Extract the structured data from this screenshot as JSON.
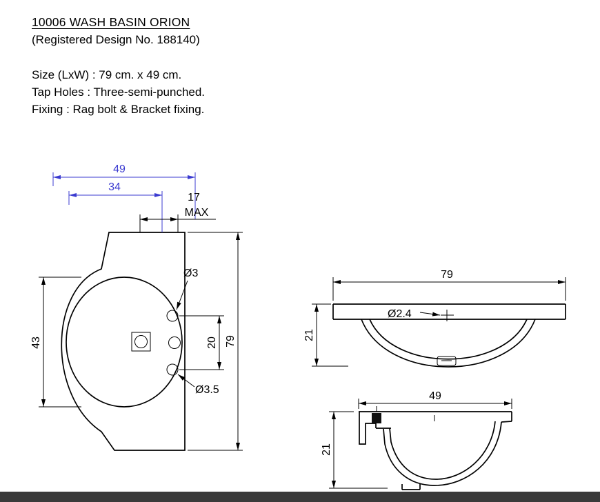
{
  "header": {
    "title": "10006 WASH BASIN ORION",
    "subtitle": "(Registered Design No. 188140)",
    "spec_size": "Size (LxW) : 79 cm. x 49 cm.",
    "spec_tap_holes": "Tap Holes : Three-semi-punched.",
    "spec_fixing": "Fixing : Rag bolt & Bracket fixing."
  },
  "plan_view": {
    "dim_overall_width": "49",
    "dim_bowl_offset": "34",
    "dim_rim_offset": "17",
    "dim_rim_offset_note": "MAX",
    "dim_bowl_diameter": "43",
    "dim_hole_spacing": "20",
    "dim_overall_length": "79",
    "label_tap_hole_dia": "Ø3",
    "label_bottom_hole_dia": "Ø3.5"
  },
  "front_view": {
    "dim_overall_width": "79",
    "dim_height": "21",
    "label_hole_dia": "Ø2.4"
  },
  "side_view": {
    "dim_overall_depth": "49",
    "dim_height": "21"
  },
  "colors": {
    "dimension_blue": "#3b3bd0",
    "line_black": "#000000",
    "footer_bar": "#3a3a3a"
  }
}
